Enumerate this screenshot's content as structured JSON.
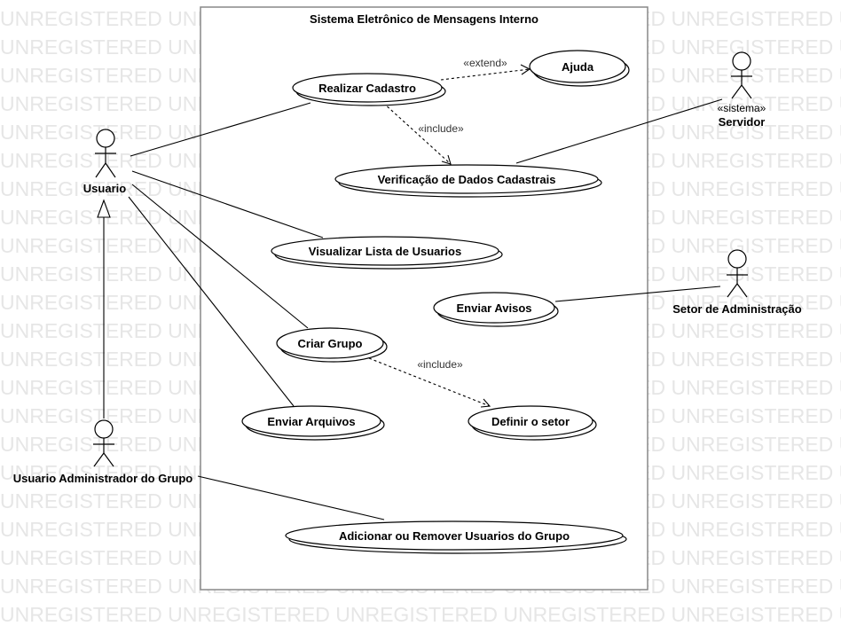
{
  "watermark": {
    "text": "UNREGISTERED UNREGISTERED UNREGISTERED UNREGISTERED UNREGISTERED UNREGISTERED UNREGISTERED"
  },
  "system": {
    "title": "Sistema Eletrônico de Mensagens Interno"
  },
  "use_cases": {
    "realizar_cadastro": "Realizar Cadastro",
    "ajuda": "Ajuda",
    "verificacao": "Verificação de Dados Cadastrais",
    "visualizar_lista": "Visualizar Lista de Usuarios",
    "enviar_avisos": "Enviar Avisos",
    "criar_grupo": "Criar Grupo",
    "definir_setor": "Definir o setor",
    "enviar_arquivos": "Enviar Arquivos",
    "adicionar_remover": "Adicionar ou Remover Usuarios do Grupo"
  },
  "actors": {
    "usuario": {
      "name": "Usuario"
    },
    "admin_grupo": {
      "name": "Usuario Administrador do Grupo"
    },
    "servidor": {
      "name": "Servidor",
      "stereotype": "«sistema»"
    },
    "setor_admin": {
      "name": "Setor de Administração"
    }
  },
  "relations": {
    "extend_label": "«extend»",
    "include_label_1": "«include»",
    "include_label_2": "«include»"
  }
}
